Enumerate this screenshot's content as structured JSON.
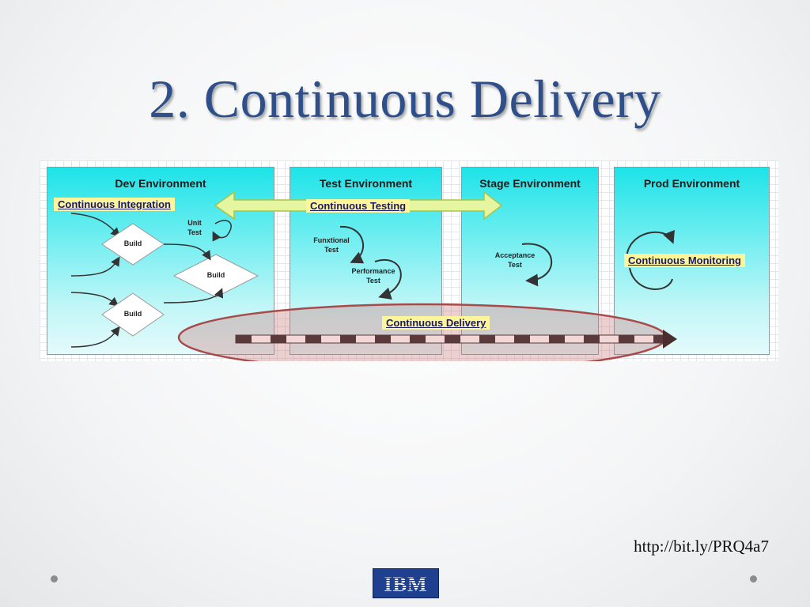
{
  "slide": {
    "title": "2. Continuous Delivery",
    "url": "http://bit.ly/PRQ4a7"
  },
  "environments": [
    {
      "label": "Dev Environment"
    },
    {
      "label": "Test Environment"
    },
    {
      "label": "Stage Environment"
    },
    {
      "label": "Prod Environment"
    }
  ],
  "highlights": {
    "ci": "Continuous Integration",
    "ct": "Continuous Testing",
    "cm": "Continuous Monitoring",
    "cd": "Continuous Delivery"
  },
  "nodes": {
    "build1": "Build",
    "build2": "Build",
    "build3": "Build",
    "unit_test_1": "Unit",
    "unit_test_2": "Test",
    "func_test_1": "Funxtional",
    "func_test_2": "Test",
    "perf_test_1": "Performance",
    "perf_test_2": "Test",
    "acc_test_1": "Acceptance",
    "acc_test_2": "Test"
  },
  "logo": {
    "text": "IBM"
  },
  "colors": {
    "title": "#2e4f8a",
    "env_fill": "#1de3e8",
    "highlight": "#fdf59a",
    "ellipse_stroke": "#a84a4a",
    "logo_bg": "#1f3f8f"
  }
}
